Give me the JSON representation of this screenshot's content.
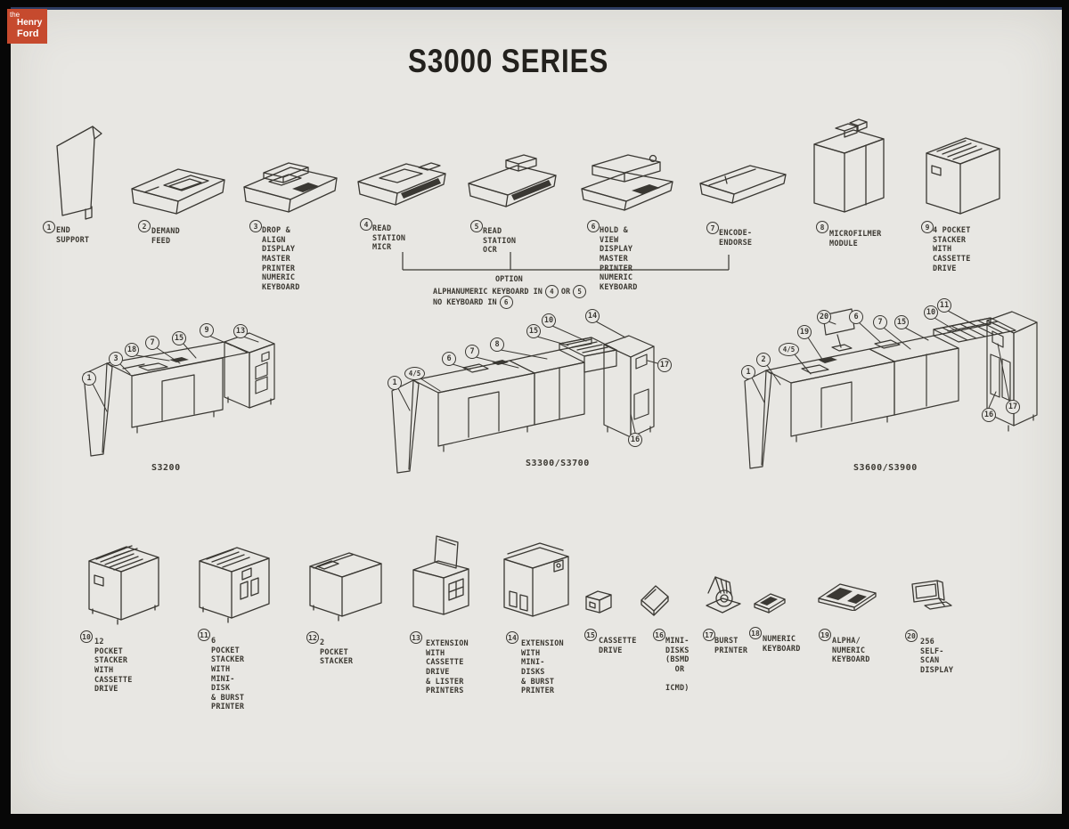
{
  "page": {
    "title": "S3000 SERIES"
  },
  "logo": {
    "line1": "the",
    "line2": "Henry",
    "line3": "Ford"
  },
  "colors": {
    "page_bg": "#e8e7e3",
    "frame": "#070707",
    "ink": "#3a3833",
    "logo_bg": "#c64a2e",
    "logo_text": "#ffffff"
  },
  "top_row": [
    {
      "num": "1",
      "label": "END SUPPORT"
    },
    {
      "num": "2",
      "label": "DEMAND FEED"
    },
    {
      "num": "3",
      "label": "DROP & ALIGN\nDISPLAY\nMASTER PRINTER\nNUMERIC KEYBOARD"
    },
    {
      "num": "4",
      "label": "READ STATION\nMICR"
    },
    {
      "num": "5",
      "label": "READ STATION\nOCR"
    },
    {
      "num": "6",
      "label": "HOLD & VIEW\nDISPLAY\nMASTER PRINTER\nNUMERIC KEYBOARD"
    },
    {
      "num": "7",
      "label": "ENCODE-ENDORSE"
    },
    {
      "num": "8",
      "label": "MICROFILMER\nMODULE"
    },
    {
      "num": "9",
      "label": "4 POCKET STACKER\nWITH CASSETTE DRIVE"
    }
  ],
  "option_note": {
    "title": "OPTION",
    "line2_pre": "ALPHANUMERIC KEYBOARD IN",
    "line2_or": "OR",
    "num_a": "4",
    "num_b": "5",
    "line3_pre": "NO KEYBOARD IN",
    "num_c": "6"
  },
  "machines": [
    {
      "name": "S3200",
      "callouts": [
        "1",
        "3",
        "18",
        "7",
        "15",
        "9",
        "13"
      ]
    },
    {
      "name": "S3300/S3700",
      "callouts": [
        "1",
        "4/5",
        "6",
        "7",
        "8",
        "15",
        "10",
        "14",
        "16",
        "17"
      ]
    },
    {
      "name": "S3600/S3900",
      "callouts": [
        "1",
        "2",
        "4/5",
        "19",
        "20",
        "6",
        "7",
        "15",
        "10",
        "11",
        "16",
        "17"
      ]
    }
  ],
  "bottom_row": [
    {
      "num": "10",
      "label": "12 POCKET STACKER\nWITH CASSETTE DRIVE"
    },
    {
      "num": "11",
      "label": "6 POCKET STACKER\nWITH MINI-DISK\n& BURST PRINTER"
    },
    {
      "num": "12",
      "label": "2 POCKET STACKER"
    },
    {
      "num": "13",
      "label": "EXTENSION WITH\nCASSETTE DRIVE\n& LISTER PRINTERS"
    },
    {
      "num": "14",
      "label": "EXTENSION\nWITH MINI-DISKS\n& BURST PRINTER"
    },
    {
      "num": "15",
      "label": "CASSETTE\nDRIVE"
    },
    {
      "num": "16",
      "label": "MINI-DISKS\n(BSMD\n  OR\n  ICMD)"
    },
    {
      "num": "17",
      "label": "BURST\nPRINTER"
    },
    {
      "num": "18",
      "label": "NUMERIC\nKEYBOARD"
    },
    {
      "num": "19",
      "label": "ALPHA/\nNUMERIC\nKEYBOARD"
    },
    {
      "num": "20",
      "label": "256 SELF-SCAN\nDISPLAY"
    }
  ]
}
